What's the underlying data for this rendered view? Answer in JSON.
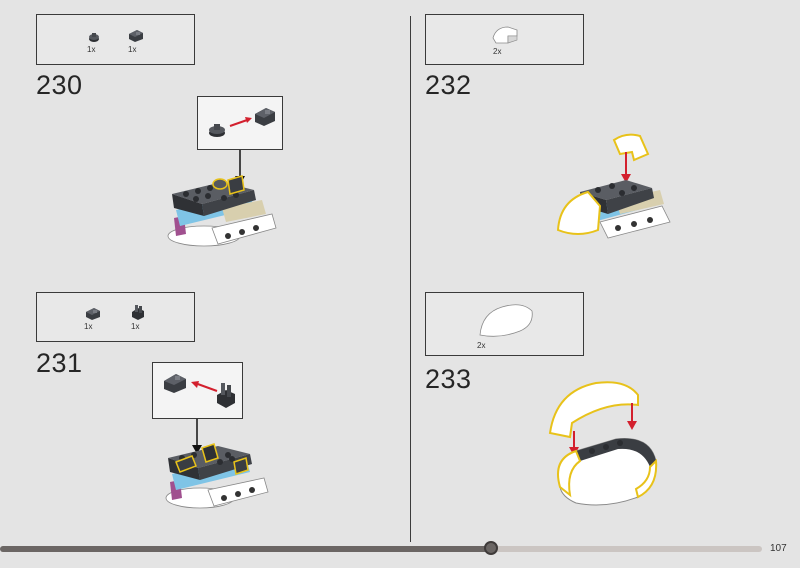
{
  "steps": [
    {
      "number": "230",
      "parts": [
        {
          "qty": "1x",
          "icon": "round-tile-icon"
        },
        {
          "qty": "1x",
          "icon": "bracket-icon"
        }
      ]
    },
    {
      "number": "231",
      "parts": [
        {
          "qty": "1x",
          "icon": "bracket-icon"
        },
        {
          "qty": "1x",
          "icon": "clip-icon"
        }
      ]
    },
    {
      "number": "232",
      "parts": [
        {
          "qty": "2x",
          "icon": "curved-slope-icon"
        }
      ]
    },
    {
      "number": "233",
      "parts": [
        {
          "qty": "2x",
          "icon": "curved-panel-icon"
        }
      ]
    }
  ],
  "progress": {
    "fraction": 0.645
  },
  "page_number": "107",
  "colors": {
    "background": "#e4e4e4",
    "highlight": "#e8c21a",
    "arrow_red": "#d3202e",
    "dark_gray": "#3a3d42",
    "medium_azure": "#7fc4e6",
    "tan": "#d8cfae",
    "magenta": "#a0508f"
  }
}
